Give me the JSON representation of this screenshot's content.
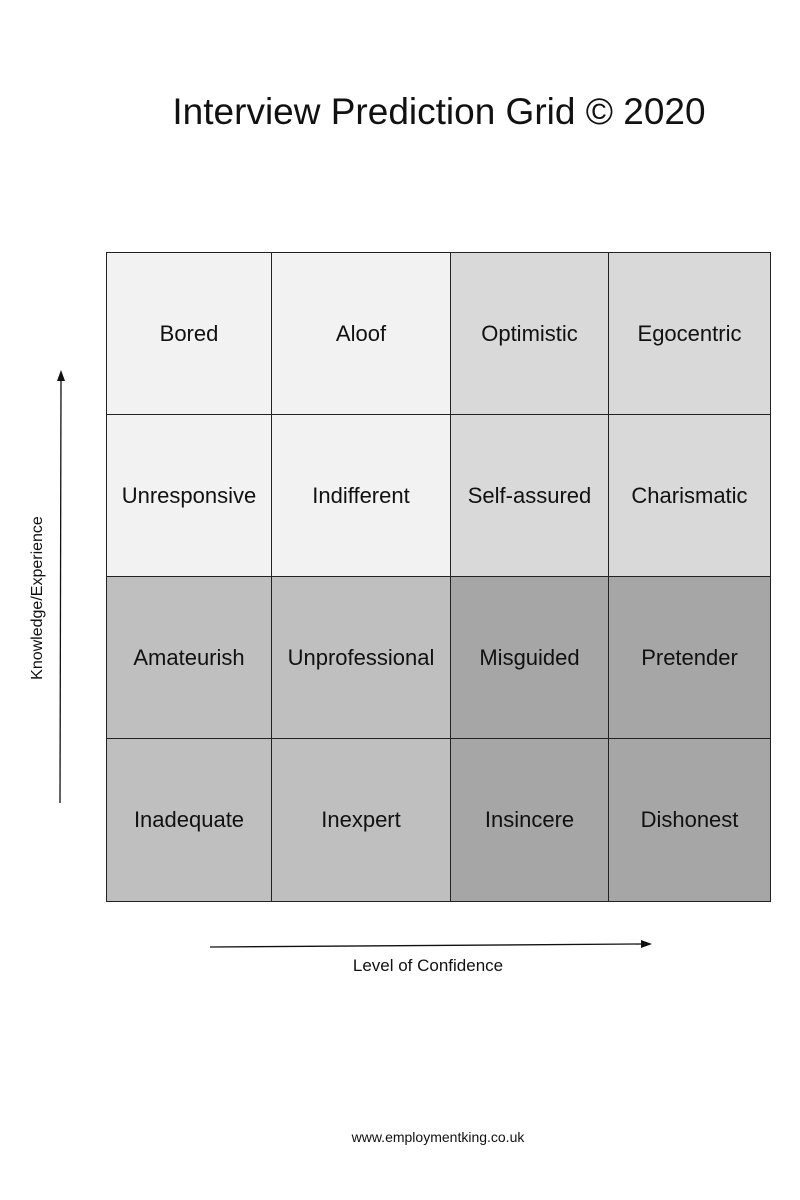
{
  "title": "Interview Prediction Grid © 2020",
  "y_axis_label": "Knowledge/Experience",
  "x_axis_label": "Level of Confidence",
  "footer": "www.employmentking.co.uk",
  "shade_colors": {
    "lightest": "#f2f2f2",
    "light": "#d9d9d9",
    "medium": "#bfbfbf",
    "dark": "#a6a6a6"
  },
  "grid": [
    [
      {
        "label": "Bored",
        "shade": "lightest"
      },
      {
        "label": "Aloof",
        "shade": "lightest"
      },
      {
        "label": "Optimistic",
        "shade": "light"
      },
      {
        "label": "Egocentric",
        "shade": "light"
      }
    ],
    [
      {
        "label": "Unresponsive",
        "shade": "lightest"
      },
      {
        "label": "Indifferent",
        "shade": "lightest"
      },
      {
        "label": "Self-assured",
        "shade": "light"
      },
      {
        "label": "Charismatic",
        "shade": "light"
      }
    ],
    [
      {
        "label": "Amateurish",
        "shade": "medium"
      },
      {
        "label": "Unprofessional",
        "shade": "medium"
      },
      {
        "label": "Misguided",
        "shade": "dark"
      },
      {
        "label": "Pretender",
        "shade": "dark"
      }
    ],
    [
      {
        "label": "Inadequate",
        "shade": "medium"
      },
      {
        "label": "Inexpert",
        "shade": "medium"
      },
      {
        "label": "Insincere",
        "shade": "dark"
      },
      {
        "label": "Dishonest",
        "shade": "dark"
      }
    ]
  ]
}
